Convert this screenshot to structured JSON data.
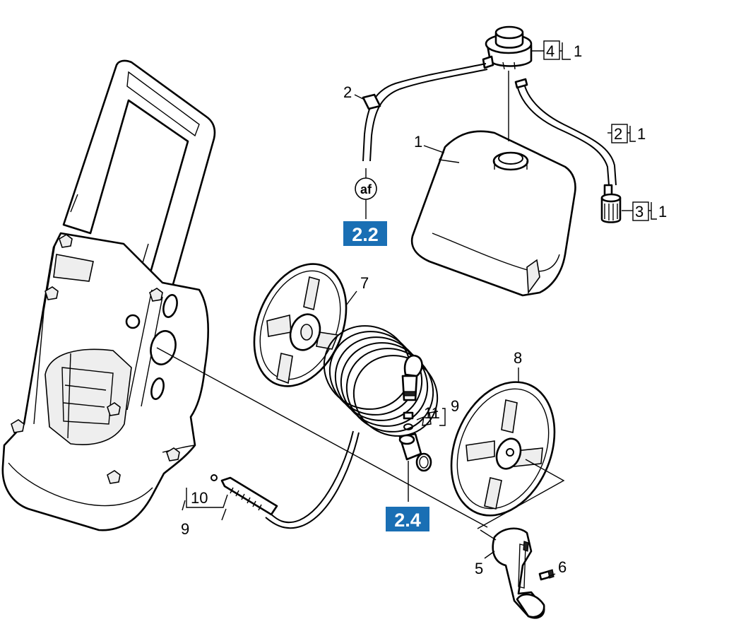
{
  "accent_color": "#1a6fb4",
  "callouts": {
    "tank_cap_ref": "4",
    "tank_cap_qty": "1",
    "hose_left_ref": "2",
    "hose_right_ref": "2",
    "hose_right_qty": "1",
    "tank_ref": "1",
    "filter_ref": "3",
    "filter_qty": "1",
    "reel_disc_ref": "7",
    "reel_disc_right_ref": "8",
    "coupling_ref_11": "11",
    "coupling_ref_9_upper": "9",
    "nipple_ref_10": "10",
    "nipple_ref_9": "9",
    "crank_ref": "5",
    "screw_ref": "6"
  },
  "badges": {
    "ref_af": "af",
    "section_2_2": "2.2",
    "section_2_4": "2.4"
  }
}
